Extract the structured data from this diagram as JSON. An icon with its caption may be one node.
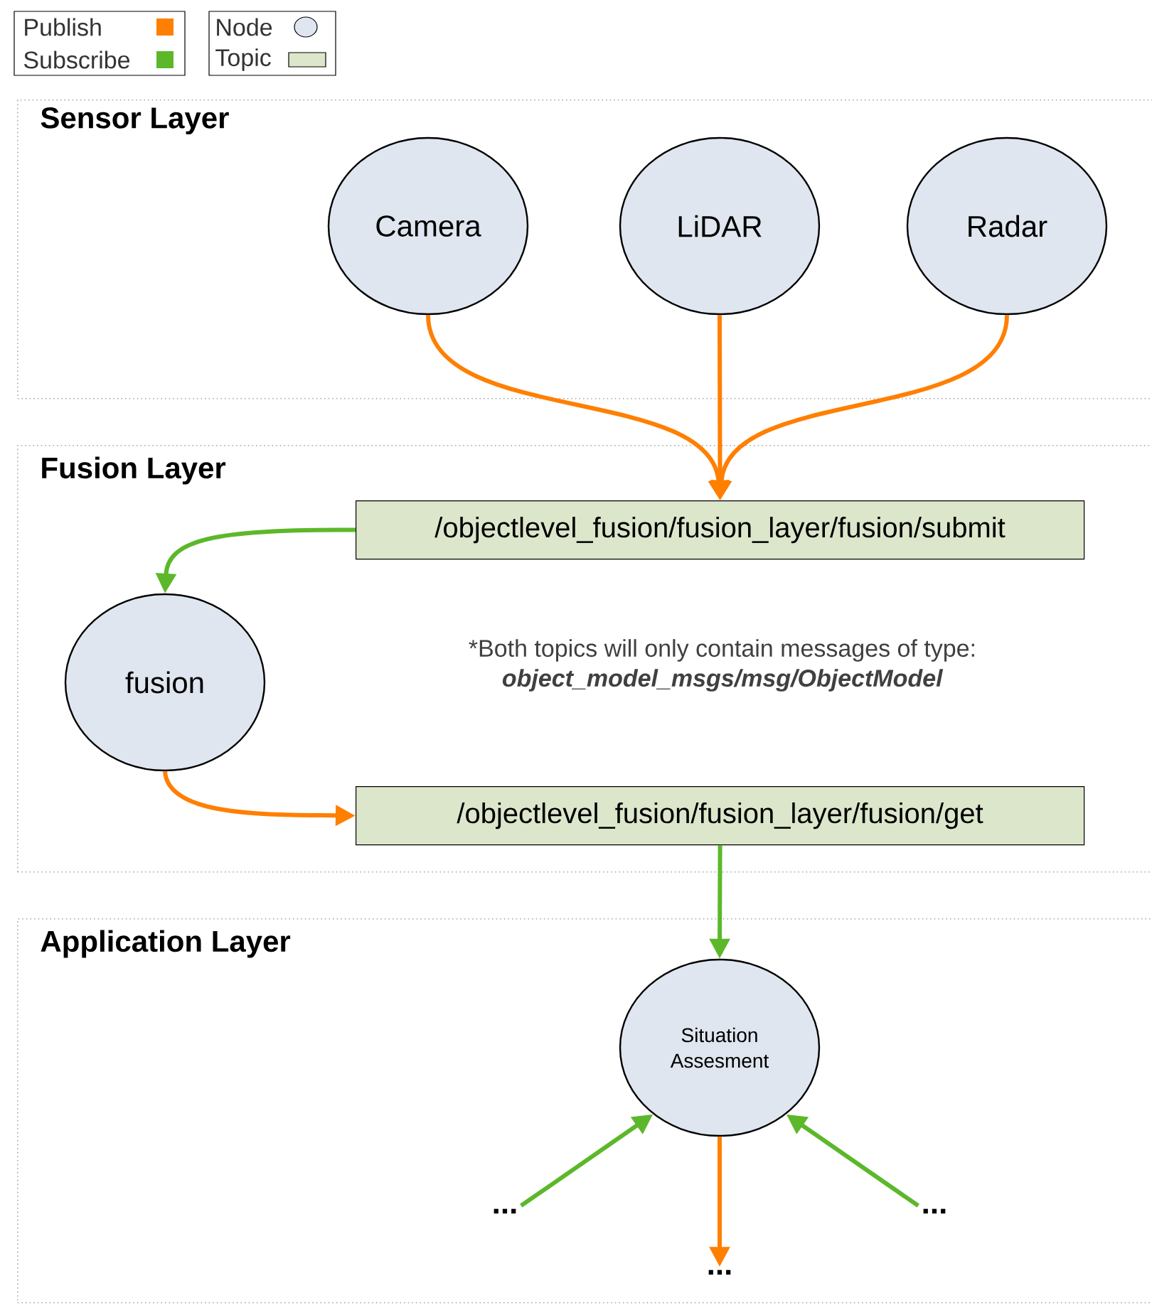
{
  "diagram": {
    "nodes": [
      {
        "text": [
          "Sensor Layer"
        ]
      },
      {
        "text": [
          "Camera"
        ],
        "in": 0
      },
      {
        "text": [
          "LiDAR"
        ],
        "in": 0
      },
      {
        "text": [
          "Radar"
        ],
        "in": 0
      },
      {
        "text": [
          "Fusion Layer"
        ]
      },
      {
        "text": [
          "/objectlevel_fusion/fusion_layer/fusion/submit"
        ],
        "in": 4
      },
      {
        "text": [
          "fusion"
        ],
        "in": 4
      },
      {
        "text": [
          "/objectlevel_fusion/fusion_layer/fusion/get"
        ],
        "in": 4
      },
      {
        "text": [
          "Application Layer"
        ]
      },
      {
        "text": [
          "Situation Assesment"
        ],
        "in": 8
      },
      {
        "text": [
          "..."
        ],
        "in": 8
      },
      {
        "text": [
          "..."
        ],
        "in": 8
      },
      {
        "text": [
          "..."
        ],
        "in": 8
      }
    ],
    "edges": [
      {
        "from": 1,
        "to": 5,
        "arrow": "to"
      },
      {
        "from": 2,
        "to": 5,
        "arrow": "to"
      },
      {
        "from": 3,
        "to": 5,
        "arrow": "to"
      },
      {
        "from": 5,
        "to": 6,
        "arrow": "to",
        "color": "#5cb82a"
      },
      {
        "from": 6,
        "to": 7,
        "arrow": "to"
      },
      {
        "from": 7,
        "to": 9,
        "arrow": "to",
        "color": "#5cb82a"
      },
      {
        "from": 10,
        "to": 9,
        "arrow": "to",
        "color": "#5cb82a"
      },
      {
        "from": 9,
        "to": 11,
        "arrow": "to"
      },
      {
        "from": 12,
        "to": 9,
        "arrow": "to",
        "color": "#5cb82a"
      }
    ],
    "labels": [
      "*Both topics will only contain messages of type:",
      "*object_model_msgs/msg/ObjectModel*"
    ],
    "legend": [
      {
        "text": "Publish",
        "color": "#ff7f00"
      },
      {
        "text": "Subscribe",
        "color": "#5cb82a"
      },
      {
        "text": "Node"
      },
      {
        "text": "Topic"
      }
    ]
  }
}
